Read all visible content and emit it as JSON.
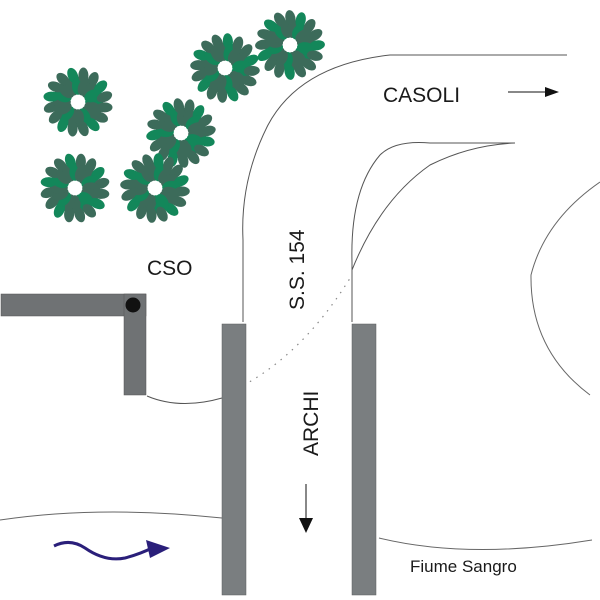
{
  "labels": {
    "casoli": "CASOLI",
    "cso": "CSO",
    "road": "S.S. 154",
    "archi": "ARCHI",
    "river": "Fiume Sangro"
  },
  "icons": {
    "tree": "tree-canopy-icon",
    "direction_arrow": "arrow-icon",
    "flow_arrow": "wavy-flow-arrow-icon",
    "outfall": "outfall-pipe-icon"
  },
  "colors": {
    "tree_dark": "#3c6b5a",
    "tree_light": "#13875a",
    "structure": "#6f7274",
    "bridge": "#7a7e80",
    "line": "#555555",
    "flow": "#2a1f7a",
    "text": "#1a1a1a"
  },
  "trees": [
    {
      "id": "tree-1"
    },
    {
      "id": "tree-2"
    },
    {
      "id": "tree-3"
    },
    {
      "id": "tree-4"
    },
    {
      "id": "tree-5"
    },
    {
      "id": "tree-6"
    }
  ]
}
